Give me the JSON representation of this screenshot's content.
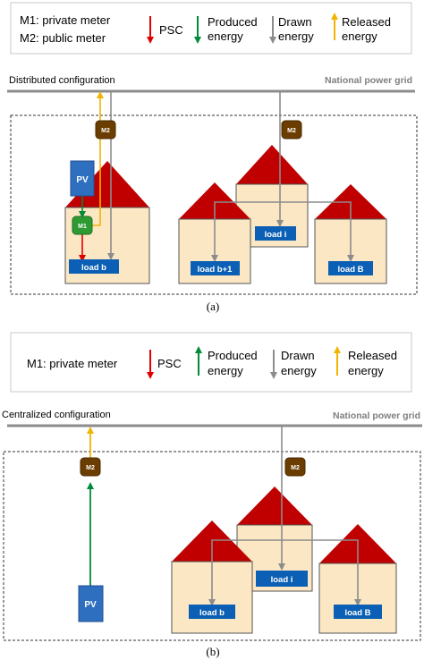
{
  "panel_a": {
    "legend": {
      "m1": "M1: private meter",
      "m2": "M2: public meter",
      "psc": "PSC",
      "produced_1": "Produced",
      "produced_2": "energy",
      "drawn_1": "Drawn",
      "drawn_2": "energy",
      "released_1": "Released",
      "released_2": "energy"
    },
    "config_label": "Distributed configuration",
    "grid_label": "National power grid",
    "meter_m1": "M1",
    "meter_m2_left": "M2",
    "meter_m2_right": "M2",
    "pv": "PV",
    "loads": [
      "load b",
      "load b+1",
      "load i",
      "load B"
    ],
    "caption": "(a)"
  },
  "panel_b": {
    "legend": {
      "m1": "M1: private meter",
      "psc": "PSC",
      "produced_1": "Produced",
      "produced_2": "energy",
      "drawn_1": "Drawn",
      "drawn_2": "energy",
      "released_1": "Released",
      "released_2": "energy"
    },
    "config_label": "Centralized configuration",
    "grid_label": "National power grid",
    "meter_m2_left": "M2",
    "meter_m2_right": "M2",
    "pv": "PV",
    "loads": [
      "load b",
      "load i",
      "load B"
    ],
    "caption": "(b)"
  },
  "colors": {
    "psc": "#e00000",
    "produced": "#008a3a",
    "drawn": "#8c8c8c",
    "released": "#f2b400",
    "house_wall": "#fbe7c4",
    "roof": "#c00000",
    "load_box": "#0b5fb4",
    "meter_public": "#6b3d00",
    "meter_private": "#2e9a32",
    "pv": "#2f6fc0"
  }
}
